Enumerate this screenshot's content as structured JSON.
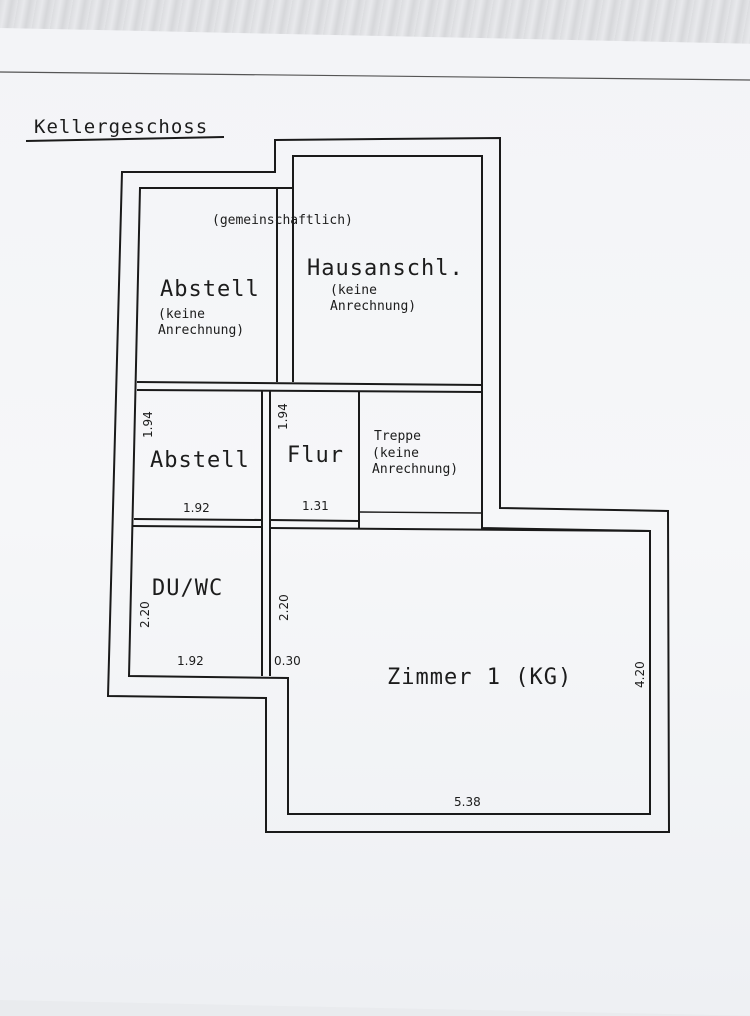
{
  "plan": {
    "title": "Kellergeschoss",
    "rooms": {
      "abstell_top": {
        "note": "(gemeinschaftlich)",
        "name": "Abstell",
        "sub1": "(keine",
        "sub2": "Anrechnung)"
      },
      "hausanschl": {
        "name": "Hausanschl.",
        "sub1": "(keine",
        "sub2": "Anrechnung)"
      },
      "abstell_mid": {
        "name": "Abstell",
        "dim_h": "1.94",
        "dim_w": "1.92"
      },
      "flur": {
        "name": "Flur",
        "dim_h": "1.94",
        "dim_w": "1.31"
      },
      "treppe": {
        "name": "Treppe",
        "sub1": "(keine",
        "sub2": "Anrechnung)"
      },
      "duwc": {
        "name": "DU/WC",
        "dim_h": "2.20",
        "dim_w": "1.92"
      },
      "zimmer": {
        "name": "Zimmer 1 (KG)",
        "dim_h_left": "2.20",
        "dim_corner": "0.30",
        "dim_h": "4.20",
        "dim_w": "5.38"
      }
    }
  }
}
